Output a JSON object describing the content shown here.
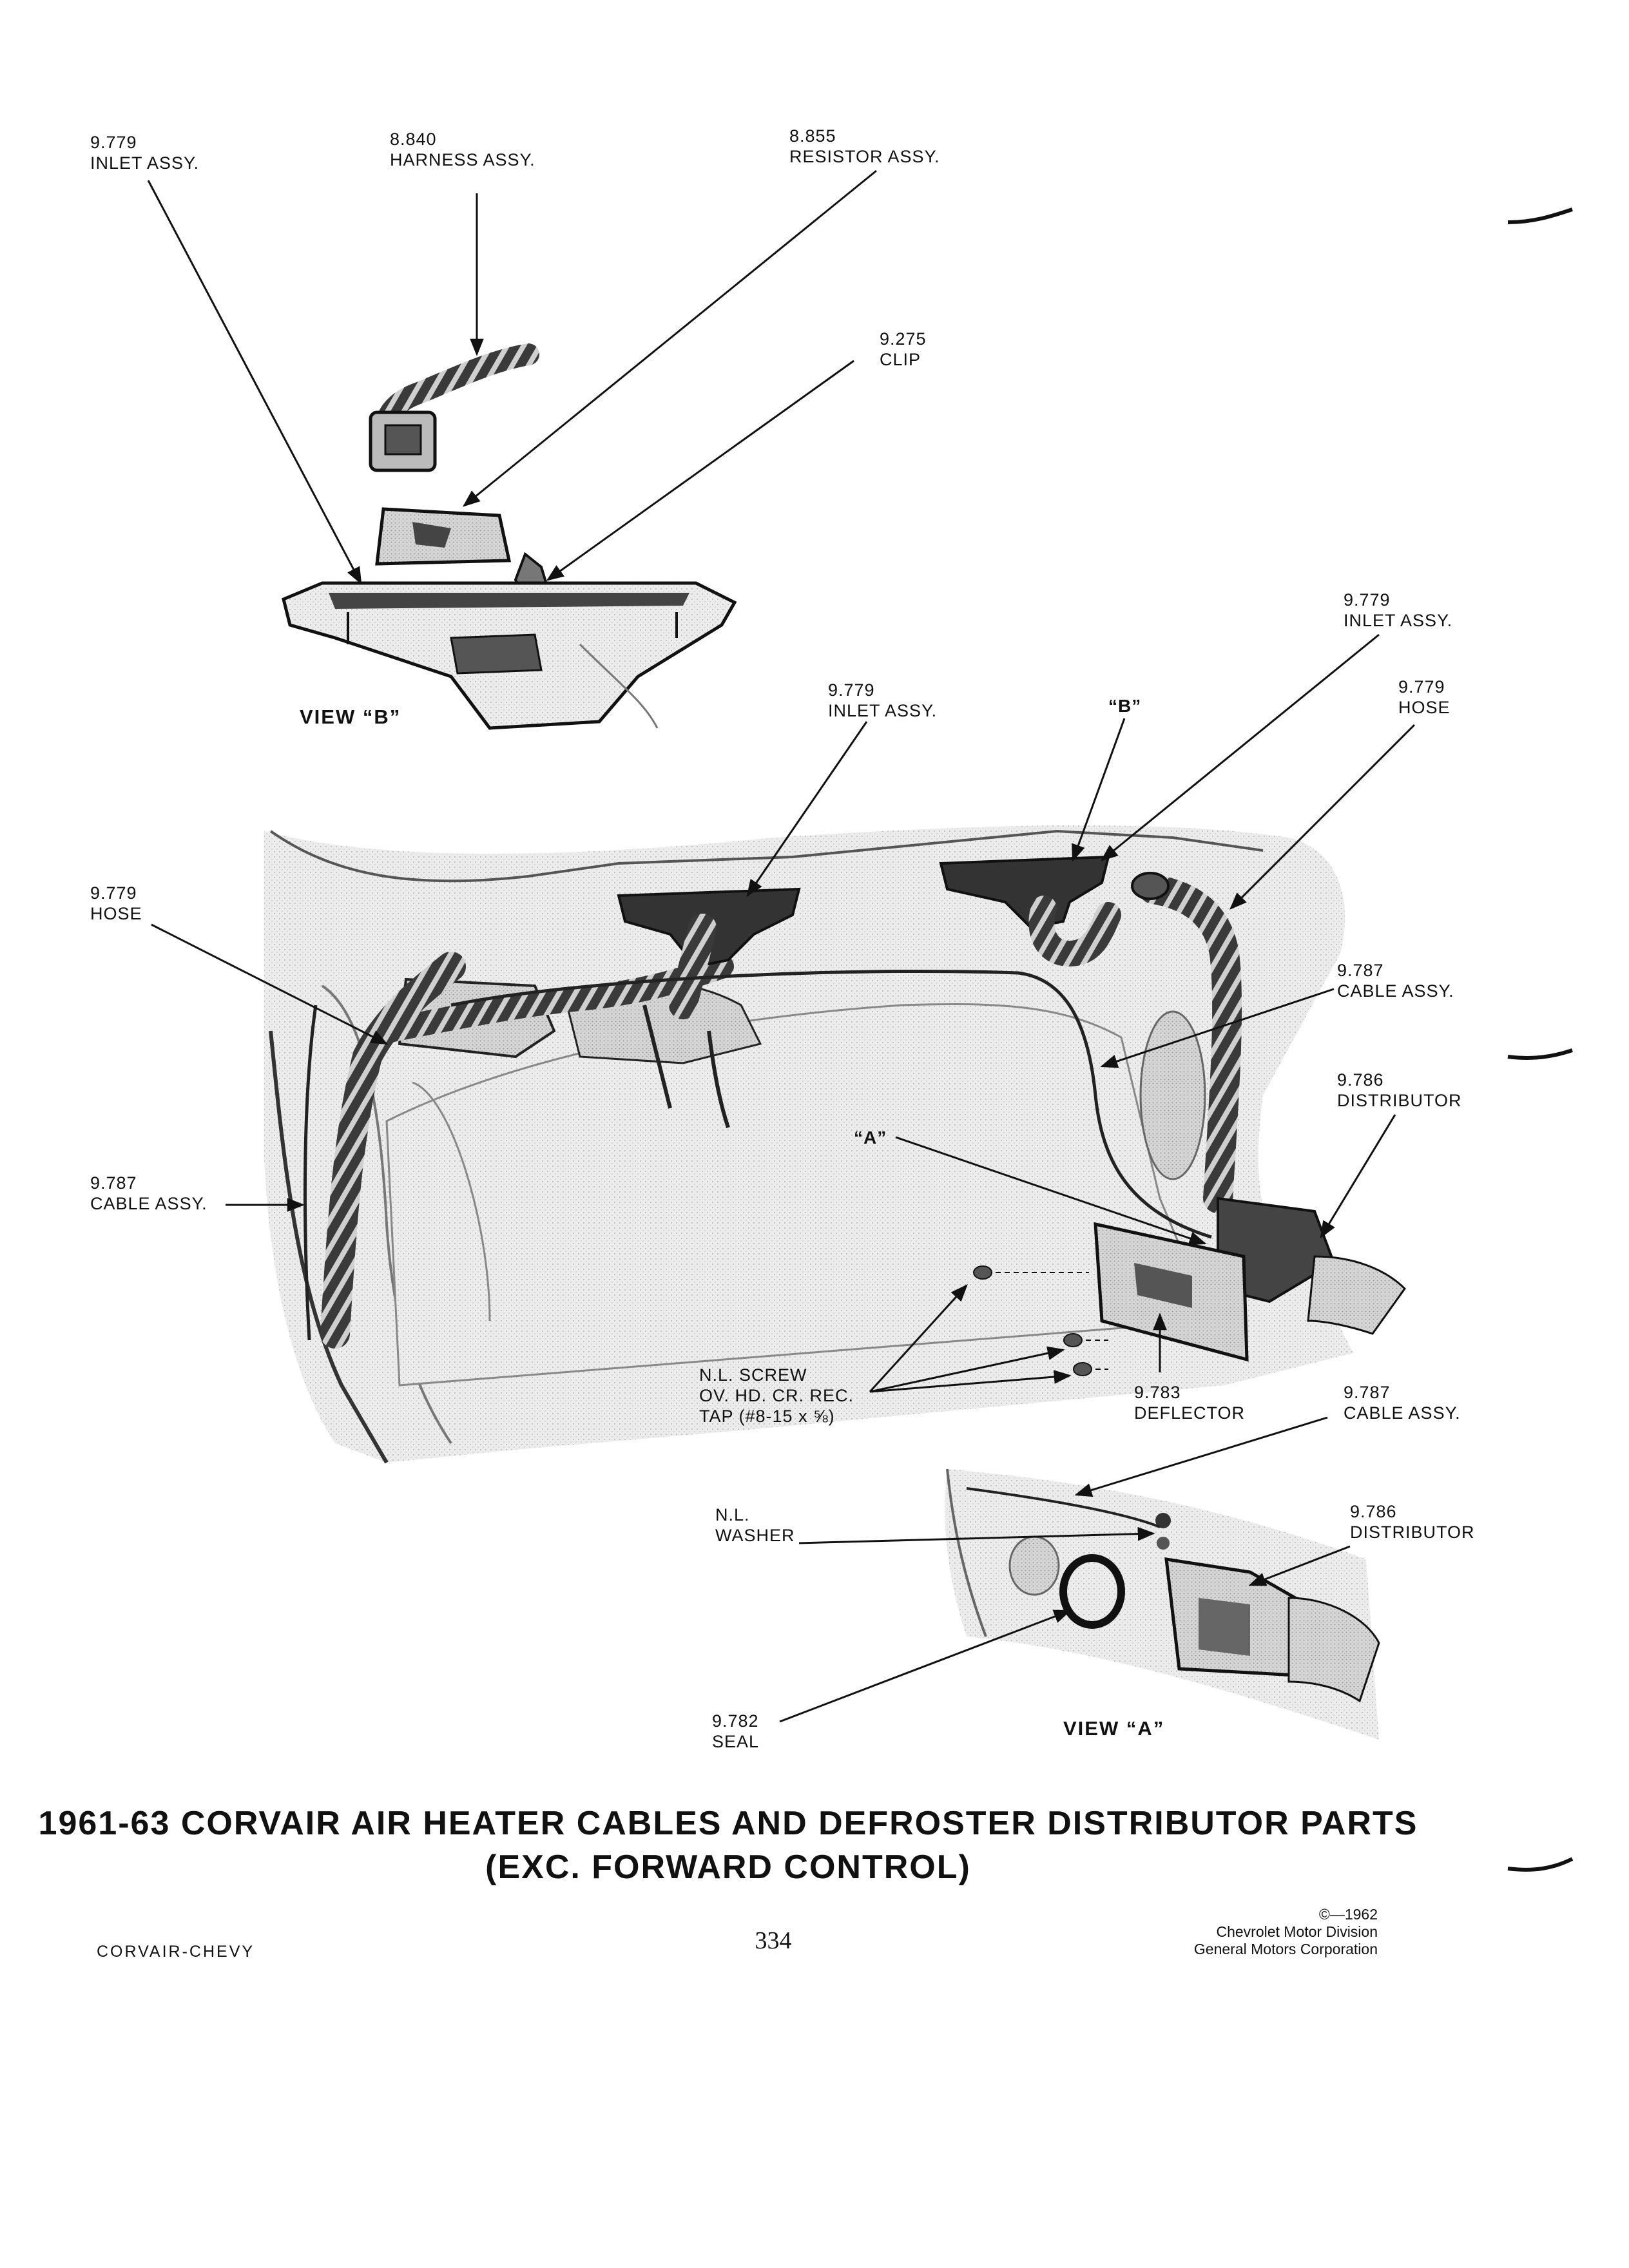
{
  "labels": {
    "inlet_top_left": [
      "9.779",
      "INLET ASSY."
    ],
    "harness": [
      "8.840",
      "HARNESS ASSY."
    ],
    "resistor": [
      "8.855",
      "RESISTOR ASSY."
    ],
    "clip": [
      "9.275",
      "CLIP"
    ],
    "inlet_right": [
      "9.779",
      "INLET ASSY."
    ],
    "inlet_mid": [
      "9.779",
      "INLET ASSY."
    ],
    "hose_right": [
      "9.779",
      "HOSE"
    ],
    "hose_left": [
      "9.779",
      "HOSE"
    ],
    "cable_right": [
      "9.787",
      "CABLE ASSY."
    ],
    "distributor_right": [
      "9.786",
      "DISTRIBUTOR"
    ],
    "cable_left": [
      "9.787",
      "CABLE ASSY."
    ],
    "screw": [
      "N.L. SCREW",
      "OV. HD. CR. REC.",
      "TAP (#8-15 x ⅝)"
    ],
    "deflector": [
      "9.783",
      "DEFLECTOR"
    ],
    "cable_bottom": [
      "9.787",
      "CABLE ASSY."
    ],
    "washer": [
      "N.L.",
      "WASHER"
    ],
    "distributor_bottom": [
      "9.786",
      "DISTRIBUTOR"
    ],
    "seal": [
      "9.782",
      "SEAL"
    ]
  },
  "views": {
    "view_b": "VIEW “B”",
    "view_a": "VIEW “A”",
    "callout_b": "“B”",
    "callout_a": "“A”"
  },
  "title": {
    "line1": "1961-63 CORVAIR AIR HEATER CABLES AND DEFROSTER DISTRIBUTOR PARTS",
    "line2": "(EXC. FORWARD CONTROL)"
  },
  "footer": {
    "left": "CORVAIR-CHEVY",
    "page_number": "334",
    "copyright": [
      "©—1962",
      "Chevrolet Motor Division",
      "General Motors Corporation"
    ]
  }
}
